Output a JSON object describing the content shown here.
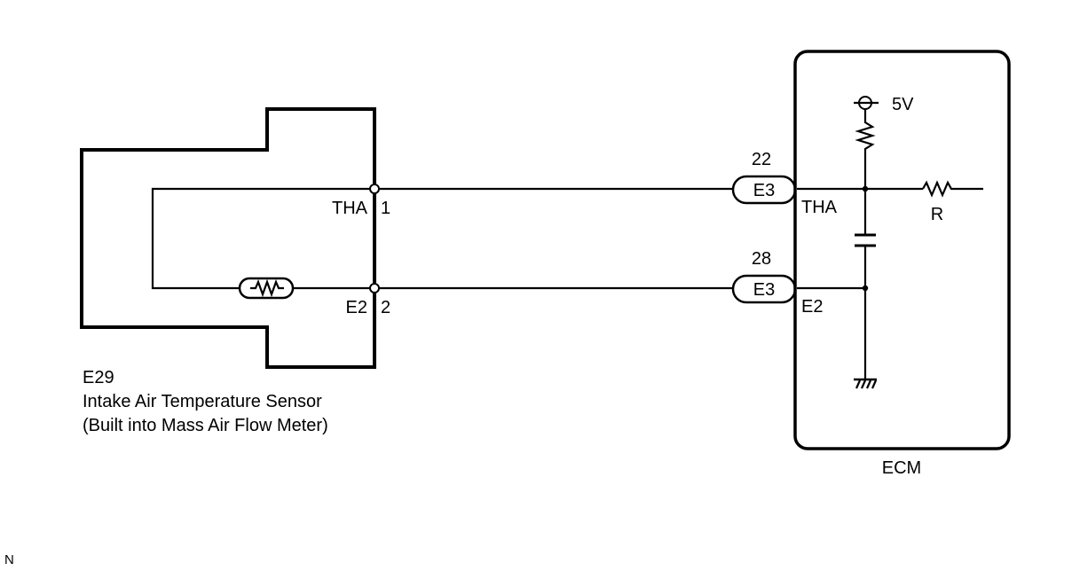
{
  "sensor": {
    "code": "E29",
    "name": "Intake Air Temperature Sensor",
    "note": "(Built into Mass Air Flow Meter)",
    "pins": [
      {
        "label": "THA",
        "number": "1"
      },
      {
        "label": "E2",
        "number": "2"
      }
    ]
  },
  "connectors": [
    {
      "pin": "22",
      "name": "E3"
    },
    {
      "pin": "28",
      "name": "E3"
    }
  ],
  "ecm": {
    "title": "ECM",
    "supply": "5V",
    "resistor": "R",
    "pins": [
      "THA",
      "E2"
    ]
  },
  "footer": {
    "mark": "N"
  }
}
